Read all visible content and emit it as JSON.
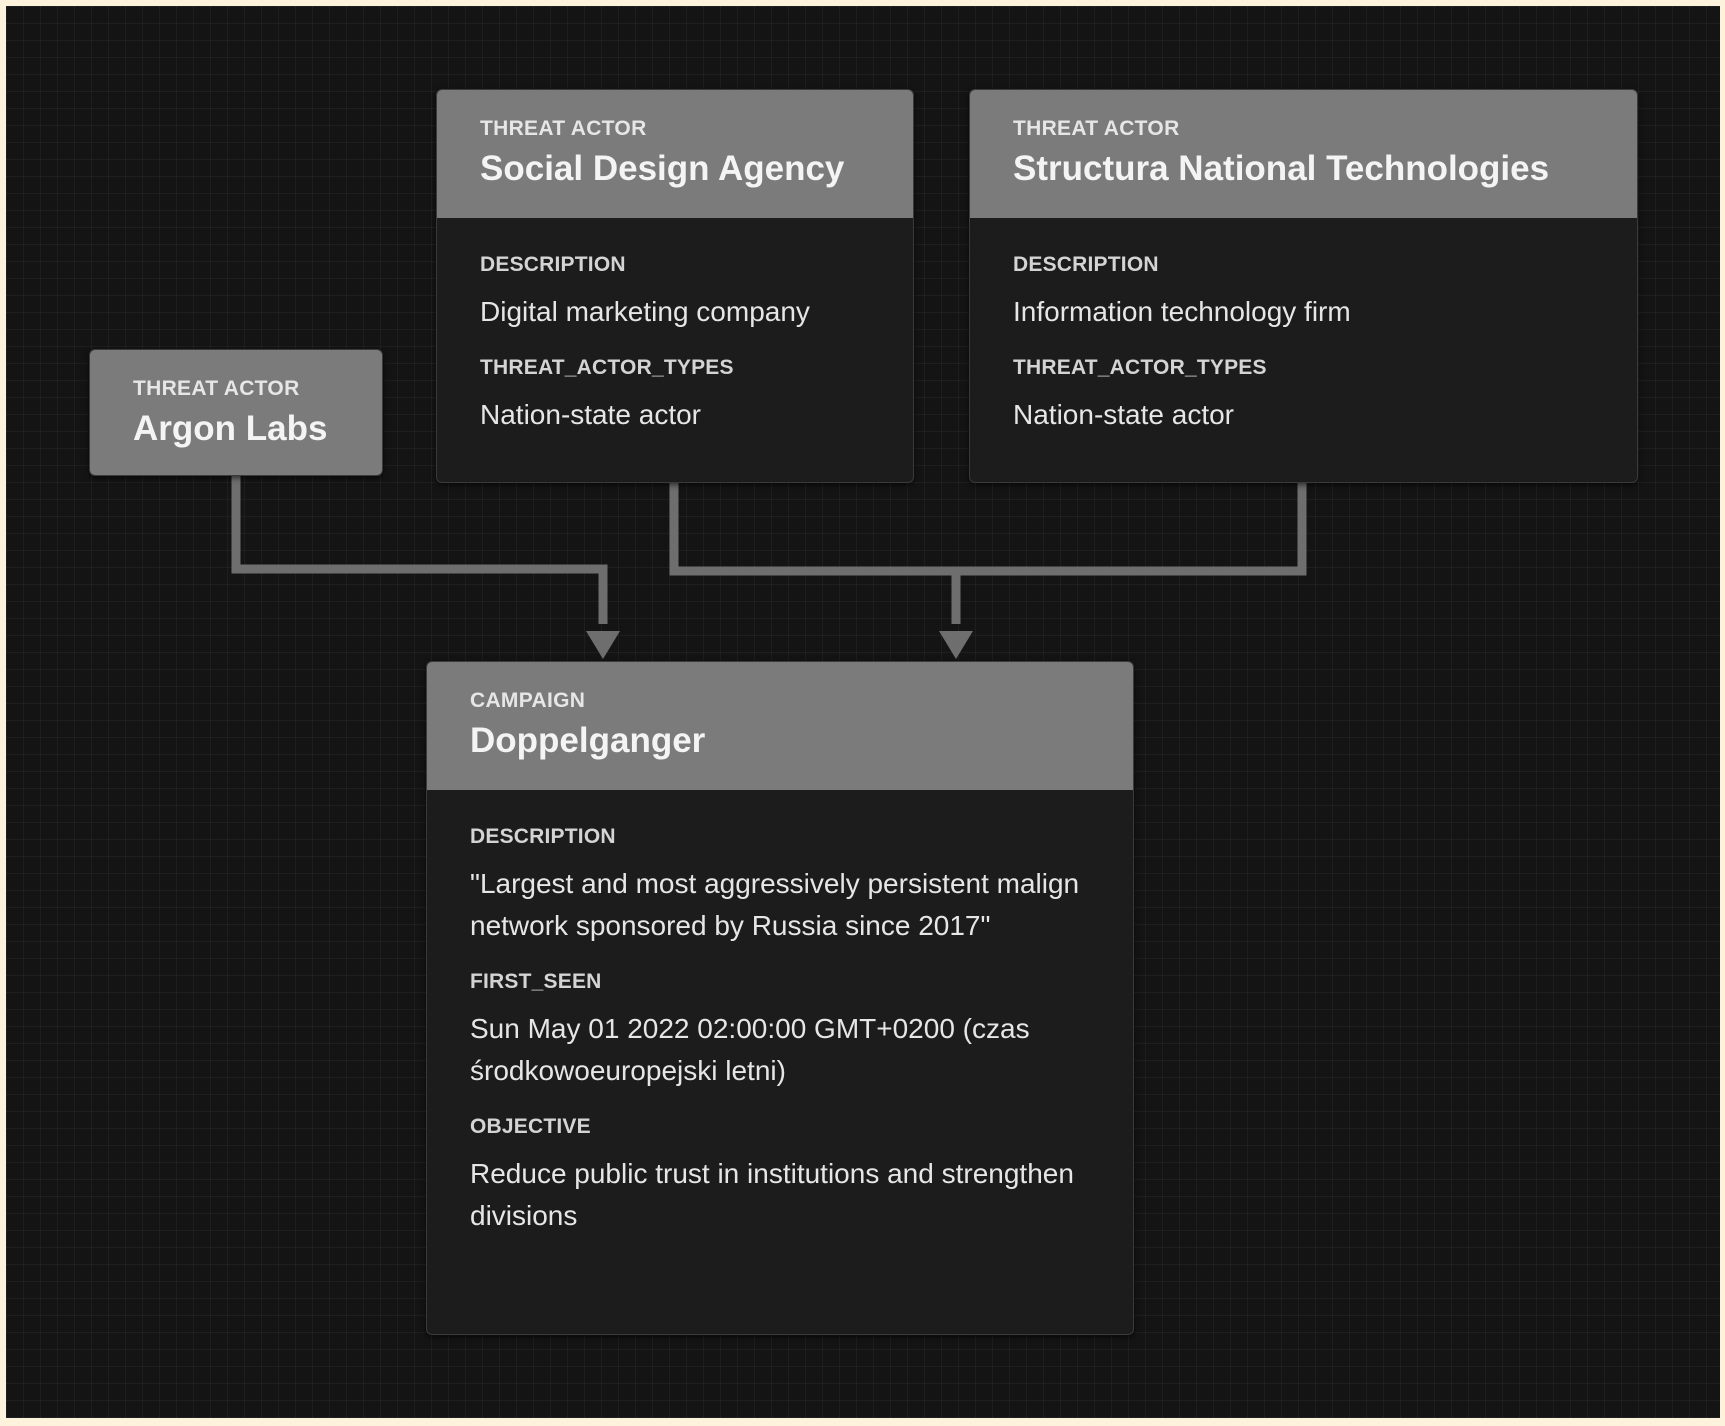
{
  "nodes": {
    "argon": {
      "type": "THREAT ACTOR",
      "title": "Argon Labs"
    },
    "sda": {
      "type": "THREAT ACTOR",
      "title": "Social Design Agency",
      "fields": [
        {
          "label": "DESCRIPTION",
          "value": "Digital marketing company"
        },
        {
          "label": "THREAT_ACTOR_TYPES",
          "value": "Nation-state actor"
        }
      ]
    },
    "snt": {
      "type": "THREAT ACTOR",
      "title": "Structura National Technologies",
      "fields": [
        {
          "label": "DESCRIPTION",
          "value": "Information technology firm"
        },
        {
          "label": "THREAT_ACTOR_TYPES",
          "value": "Nation-state actor"
        }
      ]
    },
    "campaign": {
      "type": "CAMPAIGN",
      "title": "Doppelganger",
      "fields": [
        {
          "label": "DESCRIPTION",
          "value": "\"Largest and most aggressively persistent malign network sponsored by Russia since 2017\""
        },
        {
          "label": "FIRST_SEEN",
          "value": "Sun May 01 2022 02:00:00 GMT+0200 (czas środkowoeuropejski letni)"
        },
        {
          "label": "OBJECTIVE",
          "value": "Reduce public trust in institutions and strengthen divisions"
        }
      ]
    }
  },
  "colors": {
    "background": "#141414",
    "node_header": "#7a7b7a",
    "node_body": "#1c1c1c",
    "connector": "#6e6e6e",
    "outer_frame": "#fdf3dc"
  }
}
